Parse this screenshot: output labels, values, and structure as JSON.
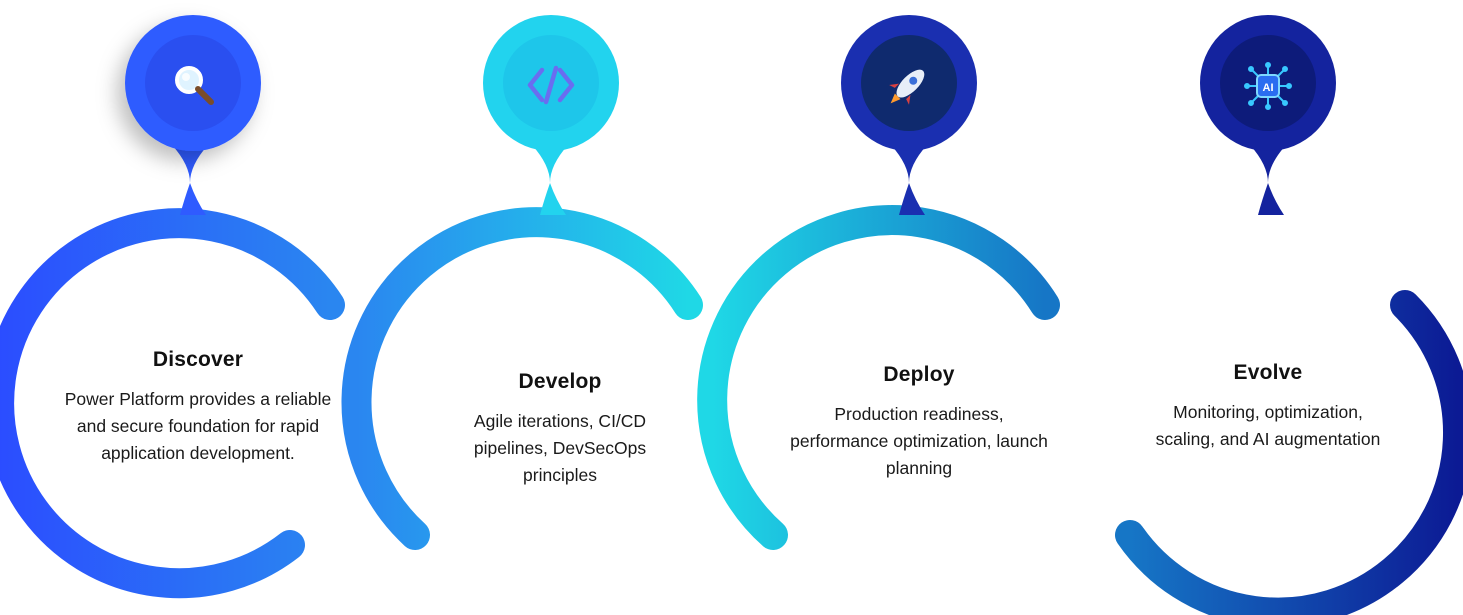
{
  "steps": [
    {
      "title": "Discover",
      "description": "Power Platform provides a reliable and secure foundation for rapid application development.",
      "icon": "magnifier-icon",
      "colors": {
        "pin_outer": "#2f5bff",
        "pin_inner": "#2a4ff0",
        "ring_start": "#2b4dff",
        "ring_end": "#2a86f0"
      }
    },
    {
      "title": "Develop",
      "description": "Agile iterations, CI/CD pipelines, DevSecOps principles",
      "icon": "code-brackets-icon",
      "colors": {
        "pin_outer": "#22d3ee",
        "pin_inner": "#1ec6ea",
        "ring_start": "#2a86f0",
        "ring_end": "#1fd8e6"
      }
    },
    {
      "title": "Deploy",
      "description": "Production readiness, performance optimization, launch planning",
      "icon": "rocket-icon",
      "colors": {
        "pin_outer": "#1a2fb0",
        "pin_inner": "#0f2a6e",
        "ring_start": "#1fd8e6",
        "ring_end": "#1676c6"
      }
    },
    {
      "title": "Evolve",
      "description": "Monitoring, optimization, scaling, and AI augmentation",
      "icon": "ai-chip-icon",
      "icon_label": "AI",
      "colors": {
        "pin_outer": "#14239e",
        "pin_inner": "#0d1b7a",
        "ring_start": "#1676c6",
        "ring_end": "#0c1a94"
      }
    }
  ]
}
